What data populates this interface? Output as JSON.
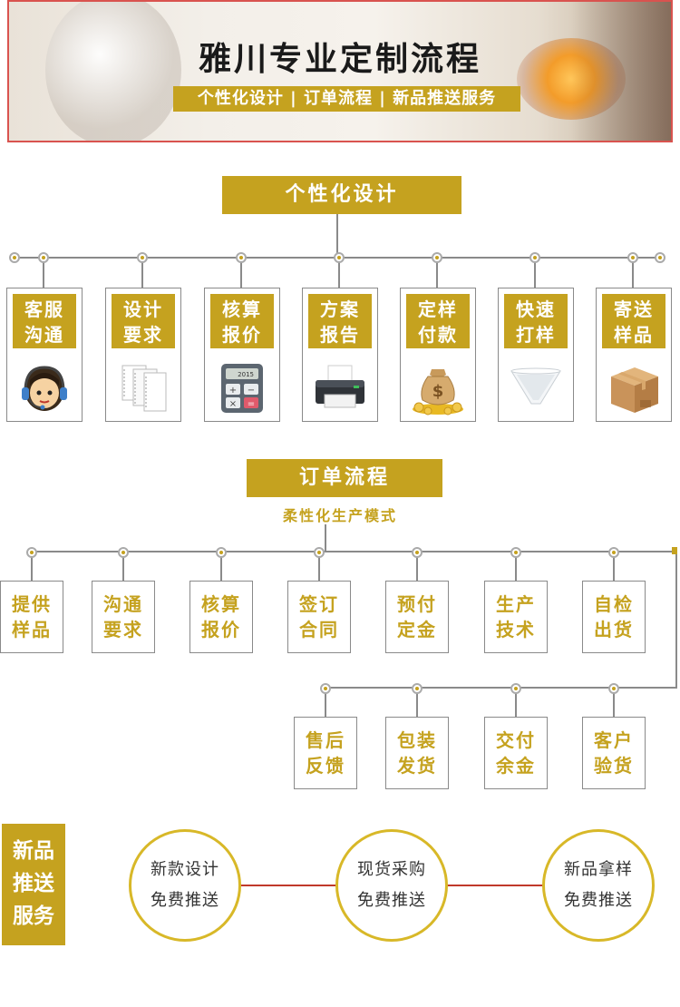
{
  "banner": {
    "title": "雅川专业定制流程",
    "subtitle": "个性化设计 | 订单流程 | 新品推送服务"
  },
  "section1": {
    "title": "个性化设计",
    "steps": [
      {
        "l1": "客服",
        "l2": "沟通",
        "icon": "customer-service-icon"
      },
      {
        "l1": "设计",
        "l2": "要求",
        "icon": "documents-icon"
      },
      {
        "l1": "核算",
        "l2": "报价",
        "icon": "calculator-icon",
        "display": "2015"
      },
      {
        "l1": "方案",
        "l2": "报告",
        "icon": "printer-icon"
      },
      {
        "l1": "定样",
        "l2": "付款",
        "icon": "money-bag-icon"
      },
      {
        "l1": "快速",
        "l2": "打样",
        "icon": "glass-sample-icon"
      },
      {
        "l1": "寄送",
        "l2": "样品",
        "icon": "parcel-box-icon"
      }
    ]
  },
  "section2": {
    "title": "订单流程",
    "subtitle": "柔性化生产模式",
    "row1": [
      {
        "l1": "提供",
        "l2": "样品"
      },
      {
        "l1": "沟通",
        "l2": "要求"
      },
      {
        "l1": "核算",
        "l2": "报价"
      },
      {
        "l1": "签订",
        "l2": "合同"
      },
      {
        "l1": "预付",
        "l2": "定金"
      },
      {
        "l1": "生产",
        "l2": "技术"
      },
      {
        "l1": "自检",
        "l2": "出货"
      }
    ],
    "row2": [
      {
        "l1": "售后",
        "l2": "反馈"
      },
      {
        "l1": "包装",
        "l2": "发货"
      },
      {
        "l1": "交付",
        "l2": "余金"
      },
      {
        "l1": "客户",
        "l2": "验货"
      }
    ]
  },
  "section3": {
    "label": [
      "新品",
      "推送",
      "服务"
    ],
    "circles": [
      {
        "l1": "新款设计",
        "l2": "免费推送"
      },
      {
        "l1": "现货采购",
        "l2": "免费推送"
      },
      {
        "l1": "新品拿样",
        "l2": "免费推送"
      }
    ]
  },
  "colors": {
    "accent": "#c5a21f",
    "banner_border": "#d9534f",
    "line": "#8a8a8a",
    "circle_border": "#d8b828",
    "connector": "#c0392b"
  }
}
